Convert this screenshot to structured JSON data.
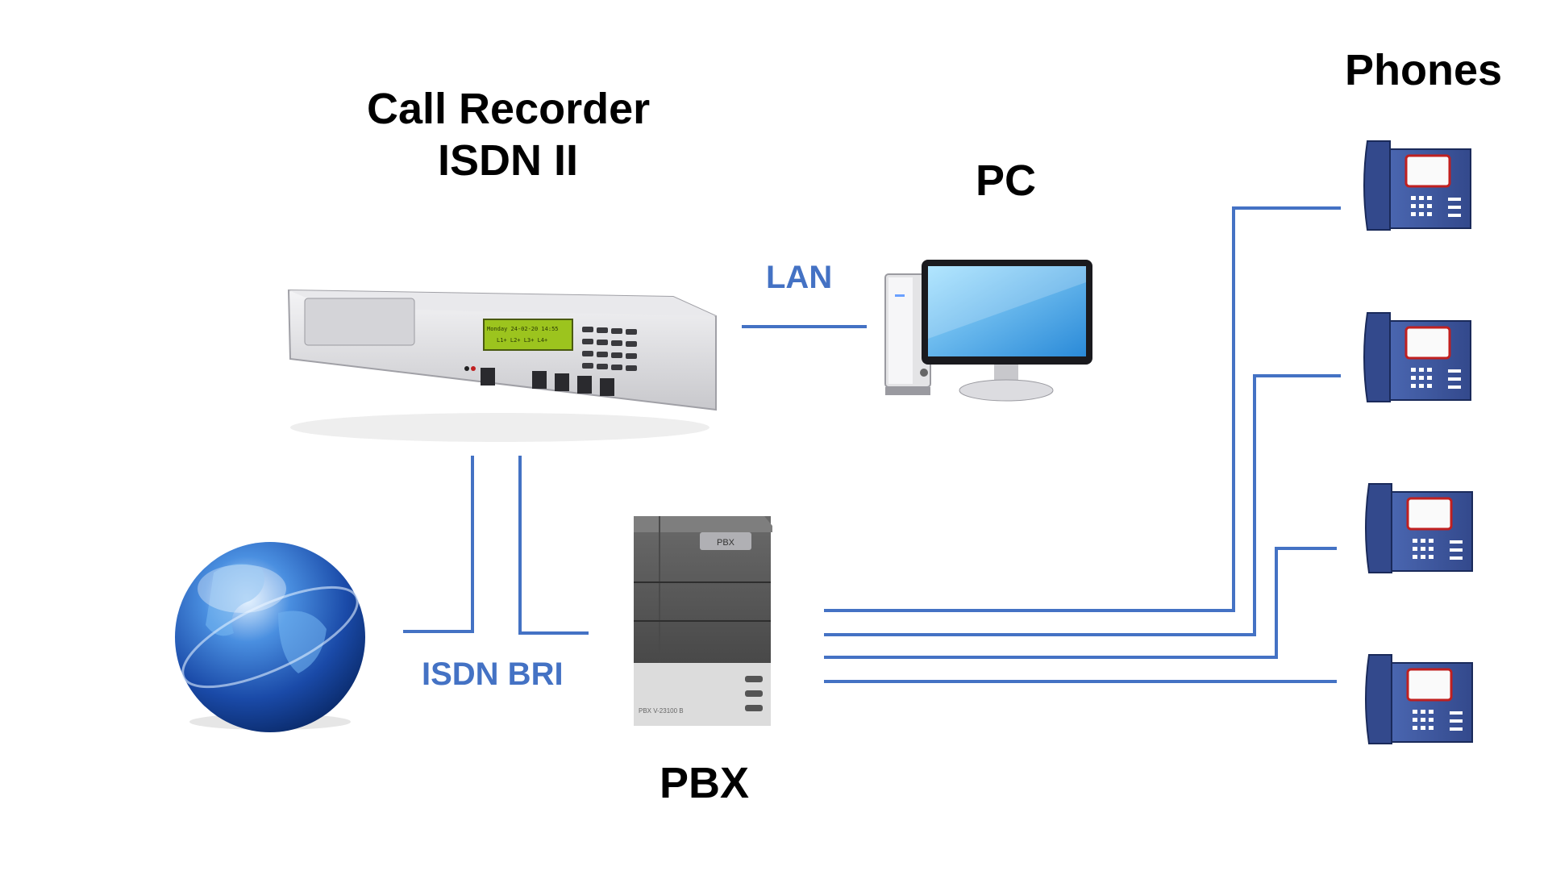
{
  "titles": {
    "recorder_line1": "Call Recorder",
    "recorder_line2": "ISDN II",
    "pc": "PC",
    "phones": "Phones",
    "pbx": "PBX"
  },
  "links": {
    "lan": "LAN",
    "isdn": "ISDN BRI"
  },
  "device_text": {
    "recorder_lcd_line1": "Monday    24-02-20   14:55",
    "recorder_lcd_line2": "L1+ L2+ L3+ L4+",
    "pbx_badge": "PBX",
    "pbx_model": "PBX V-23100 B"
  },
  "colors": {
    "line": "#4472c4",
    "phone": "#3f5aa0"
  },
  "icons": {
    "globe": "globe-icon",
    "recorder": "call-recorder-device-icon",
    "pc": "desktop-computer-icon",
    "pbx": "pbx-cabinet-icon",
    "phone": "desk-phone-icon"
  }
}
